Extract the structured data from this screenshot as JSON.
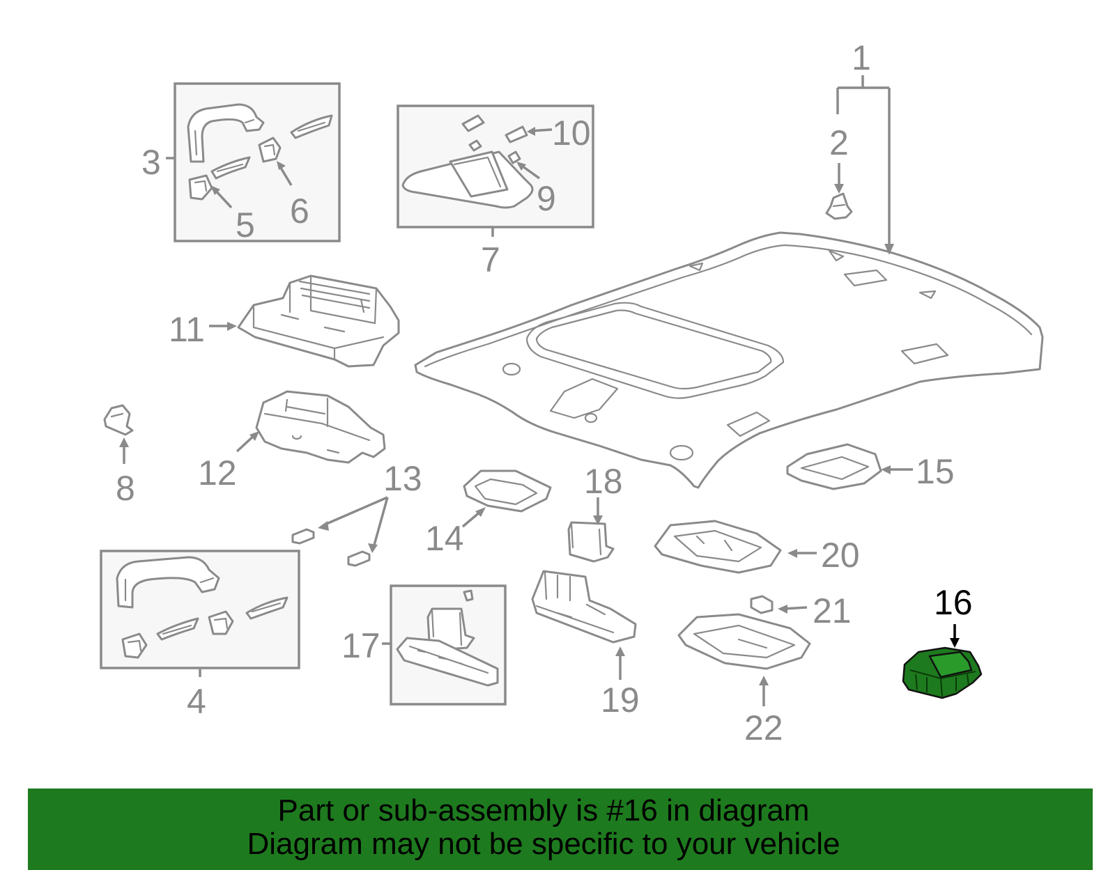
{
  "callouts": {
    "c1": "1",
    "c2": "2",
    "c3": "3",
    "c4": "4",
    "c5": "5",
    "c6": "6",
    "c7": "7",
    "c8": "8",
    "c9": "9",
    "c10": "10",
    "c11": "11",
    "c12": "12",
    "c13": "13",
    "c14": "14",
    "c15": "15",
    "c16": "16",
    "c17": "17",
    "c18": "18",
    "c19": "19",
    "c20": "20",
    "c21": "21",
    "c22": "22"
  },
  "highlighted_part": "16",
  "colors": {
    "highlight": "#1e7a1e",
    "line": "#8a8a8a",
    "group_box_fill": "#f7f7f7"
  },
  "banner": {
    "line1": "Part or sub-assembly is #16 in diagram",
    "line2": "Diagram may not be specific to your vehicle"
  }
}
